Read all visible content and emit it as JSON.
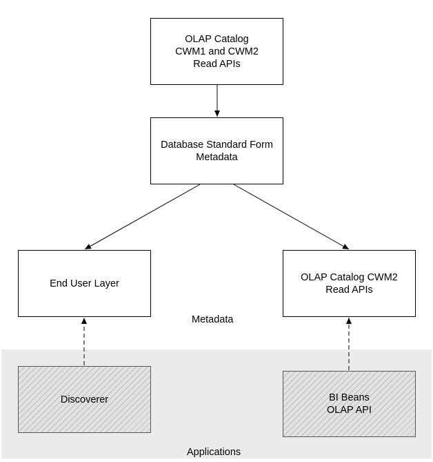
{
  "nodes": {
    "olap_catalog_top": "OLAP Catalog\nCWM1 and CWM2\nRead APIs",
    "database_standard_form": "Database Standard Form\nMetadata",
    "end_user_layer": "End User Layer",
    "olap_catalog_cwm2": "OLAP Catalog CWM2\nRead APIs",
    "discoverer": "Discoverer",
    "bi_beans": "BI Beans\nOLAP API"
  },
  "regions": {
    "metadata": "Metadata",
    "applications": "Applications"
  },
  "colors": {
    "line": "#000000",
    "application_band": "#ebebeb",
    "application_box_fill": "#e2e2e2"
  }
}
